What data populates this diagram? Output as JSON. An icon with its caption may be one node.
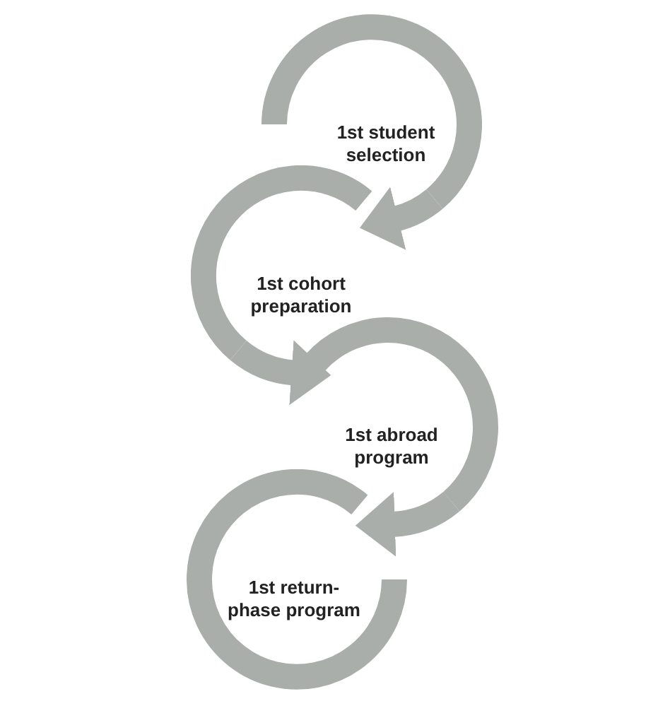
{
  "diagram": {
    "nodes": [
      {
        "text": [
          "1st student selection"
        ]
      },
      {
        "text": [
          "1st cohort preparation"
        ]
      },
      {
        "text": [
          "1st abroad program"
        ]
      },
      {
        "text": [
          "1st return-phase program"
        ]
      }
    ],
    "edges": [
      {
        "from": 0,
        "to": 1,
        "arrow": "to"
      },
      {
        "from": 1,
        "to": 2,
        "arrow": "to"
      },
      {
        "from": 2,
        "to": 3,
        "arrow": "to"
      }
    ]
  }
}
